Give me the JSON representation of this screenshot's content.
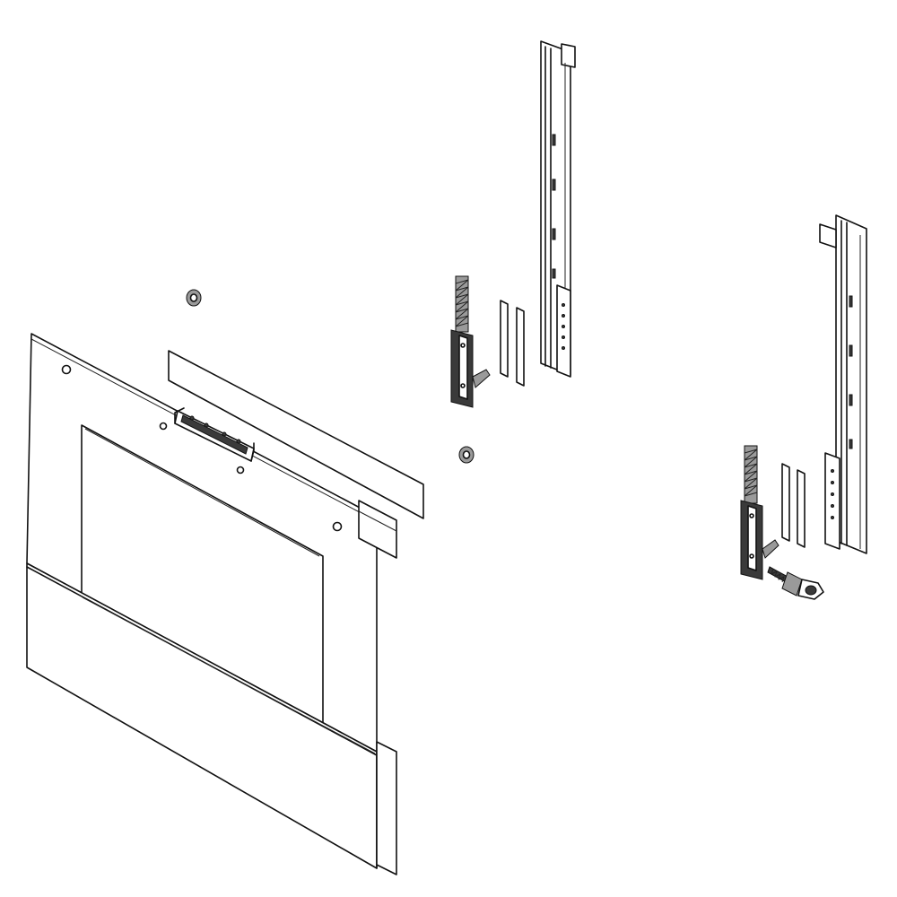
{
  "diagram": {
    "kind": "exploded-parts-view",
    "line_color": "#111111",
    "background": "#ffffff",
    "parts": [
      {
        "name": "door-glass-panel",
        "icon": "glass-panel"
      },
      {
        "name": "door-window",
        "icon": "window"
      },
      {
        "name": "door-handle-bar",
        "icon": "handle"
      },
      {
        "name": "door-lower-trim",
        "icon": "trim-strip"
      },
      {
        "name": "door-hinge-left",
        "icon": "hinge"
      },
      {
        "name": "door-hinge-right",
        "icon": "hinge"
      },
      {
        "name": "hinge-receiver-left",
        "icon": "channel-bracket"
      },
      {
        "name": "hinge-receiver-right",
        "icon": "channel-bracket"
      },
      {
        "name": "hinge-shim-left",
        "icon": "shim"
      },
      {
        "name": "hinge-shim-right",
        "icon": "shim"
      },
      {
        "name": "door-gasket-strip",
        "icon": "gasket"
      },
      {
        "name": "door-label-plate",
        "icon": "plate"
      },
      {
        "name": "bumper-washer",
        "icon": "washer"
      },
      {
        "name": "hinge-screw",
        "icon": "screw"
      }
    ]
  }
}
